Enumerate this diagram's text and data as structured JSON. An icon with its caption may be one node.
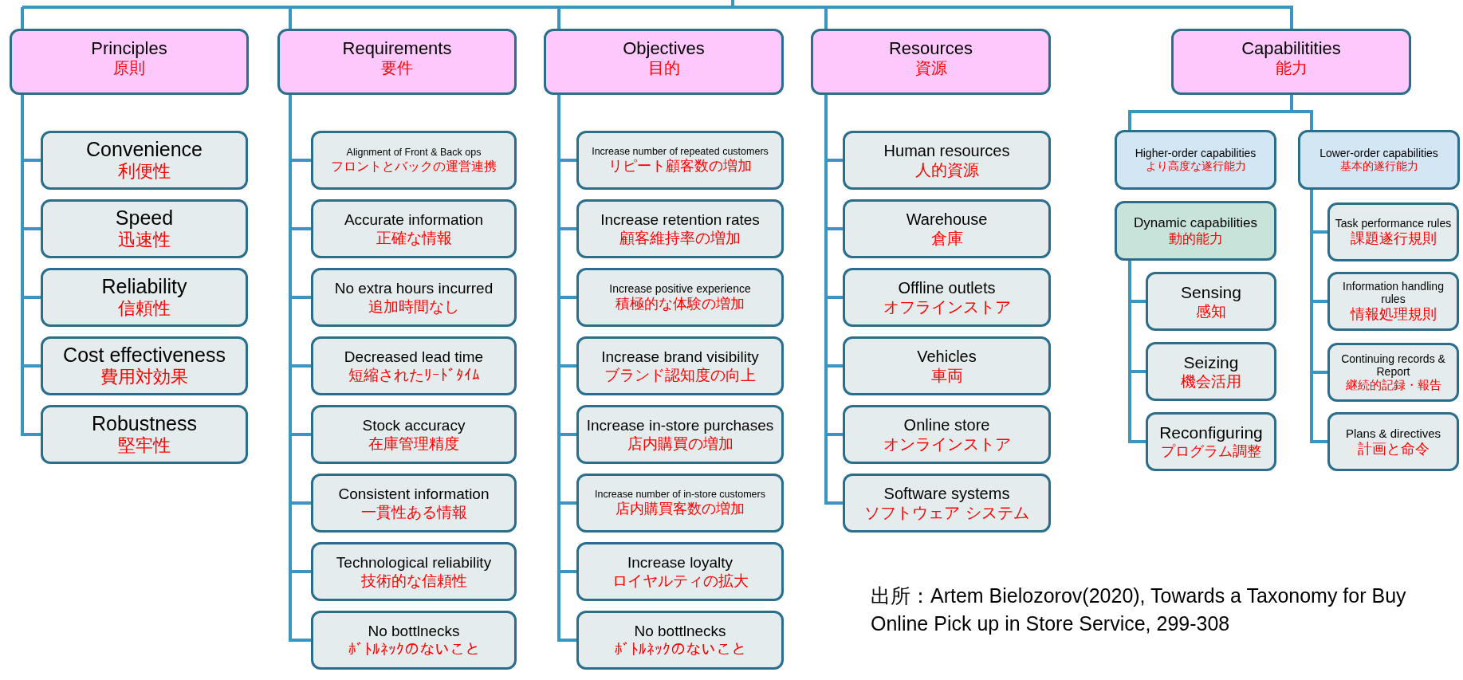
{
  "diagram": {
    "caption": "出所：Artem Bielozorov(2020), Towards a Taxonomy for Buy Online Pick up in Store Service, 299-308",
    "nodes": [
      {
        "text": [
          "Principles",
          "原則"
        ]
      },
      {
        "text": [
          "Convenience",
          "利便性"
        ]
      },
      {
        "text": [
          "Speed",
          "迅速性"
        ]
      },
      {
        "text": [
          "Reliability",
          "信頼性"
        ]
      },
      {
        "text": [
          "Cost effectiveness",
          "費用対効果"
        ]
      },
      {
        "text": [
          "Robustness",
          "堅牢性"
        ]
      },
      {
        "text": [
          "Requirements",
          "要件"
        ]
      },
      {
        "text": [
          "Alignment of Front & Back ops",
          "フロントとバックの運営連携"
        ]
      },
      {
        "text": [
          "Accurate information",
          "正確な情報"
        ]
      },
      {
        "text": [
          "No extra hours incurred",
          "追加時間なし"
        ]
      },
      {
        "text": [
          "Decreased lead time",
          "短縮されたﾘｰﾄﾞﾀｲﾑ"
        ]
      },
      {
        "text": [
          "Stock accuracy",
          "在庫管理精度"
        ]
      },
      {
        "text": [
          "Consistent information",
          "一貫性ある情報"
        ]
      },
      {
        "text": [
          "Technological reliability",
          "技術的な信頼性"
        ]
      },
      {
        "text": [
          "No bottlnecks",
          "ﾎﾞﾄﾙﾈｯｸのないこと"
        ]
      },
      {
        "text": [
          "Objectives",
          "目的"
        ]
      },
      {
        "text": [
          "Increase number of repeated customers",
          "リピート顧客数の増加"
        ]
      },
      {
        "text": [
          "Increase retention rates",
          "顧客維持率の増加"
        ]
      },
      {
        "text": [
          "Increase positive experience",
          "積極的な体験の増加"
        ]
      },
      {
        "text": [
          "Increase brand visibility",
          "ブランド認知度の向上"
        ]
      },
      {
        "text": [
          "Increase in-store purchases",
          "店内購買の増加"
        ]
      },
      {
        "text": [
          "Increase number of in-store customers",
          "店内購買客数の増加"
        ]
      },
      {
        "text": [
          "Increase loyalty",
          "ロイヤルティの拡大"
        ]
      },
      {
        "text": [
          "No bottlnecks",
          "ﾎﾞﾄﾙﾈｯｸのないこと"
        ]
      },
      {
        "text": [
          "Resources",
          "資源"
        ]
      },
      {
        "text": [
          "Human resources",
          "人的資源"
        ]
      },
      {
        "text": [
          "Warehouse",
          "倉庫"
        ]
      },
      {
        "text": [
          "Offline outlets",
          "オフラインストア"
        ]
      },
      {
        "text": [
          "Vehicles",
          "車両"
        ]
      },
      {
        "text": [
          "Online store",
          "オンラインストア"
        ]
      },
      {
        "text": [
          "Software systems",
          "ソフトウェア システム"
        ]
      },
      {
        "text": [
          "Capabilitities",
          "能力"
        ]
      },
      {
        "text": [
          "Higher-order capabilities",
          "より高度な遂行能力"
        ]
      },
      {
        "text": [
          "Lower-order capabilities",
          "基本的遂行能力"
        ]
      },
      {
        "text": [
          "Dynamic capabilities",
          "動的能力"
        ]
      },
      {
        "text": [
          "Sensing",
          "感知"
        ]
      },
      {
        "text": [
          "Seizing",
          "機会活用"
        ]
      },
      {
        "text": [
          "Reconfiguring",
          "プログラム調整"
        ]
      },
      {
        "text": [
          "Task performance rules",
          "課題遂行規則"
        ]
      },
      {
        "text": [
          "Information handling rules",
          "情報処理規則"
        ]
      },
      {
        "text": [
          "Continuing records & Report",
          "継続的記録・報告"
        ]
      },
      {
        "text": [
          "Plans & directives",
          "計画と命令"
        ]
      }
    ],
    "edges": [
      {
        "from": null,
        "to": 0,
        "arrow": "none"
      },
      {
        "from": null,
        "to": 6,
        "arrow": "none"
      },
      {
        "from": null,
        "to": 15,
        "arrow": "none"
      },
      {
        "from": null,
        "to": 24,
        "arrow": "none"
      },
      {
        "from": null,
        "to": 31,
        "arrow": "none"
      },
      {
        "from": 0,
        "to": 1,
        "arrow": "none"
      },
      {
        "from": 0,
        "to": 2,
        "arrow": "none"
      },
      {
        "from": 0,
        "to": 3,
        "arrow": "none"
      },
      {
        "from": 0,
        "to": 4,
        "arrow": "none"
      },
      {
        "from": 0,
        "to": 5,
        "arrow": "none"
      },
      {
        "from": 6,
        "to": 7,
        "arrow": "none"
      },
      {
        "from": 6,
        "to": 8,
        "arrow": "none"
      },
      {
        "from": 6,
        "to": 9,
        "arrow": "none"
      },
      {
        "from": 6,
        "to": 10,
        "arrow": "none"
      },
      {
        "from": 6,
        "to": 11,
        "arrow": "none"
      },
      {
        "from": 6,
        "to": 12,
        "arrow": "none"
      },
      {
        "from": 6,
        "to": 13,
        "arrow": "none"
      },
      {
        "from": 6,
        "to": 14,
        "arrow": "none"
      },
      {
        "from": 15,
        "to": 16,
        "arrow": "none"
      },
      {
        "from": 15,
        "to": 17,
        "arrow": "none"
      },
      {
        "from": 15,
        "to": 18,
        "arrow": "none"
      },
      {
        "from": 15,
        "to": 19,
        "arrow": "none"
      },
      {
        "from": 15,
        "to": 20,
        "arrow": "none"
      },
      {
        "from": 15,
        "to": 21,
        "arrow": "none"
      },
      {
        "from": 15,
        "to": 22,
        "arrow": "none"
      },
      {
        "from": 15,
        "to": 23,
        "arrow": "none"
      },
      {
        "from": 24,
        "to": 25,
        "arrow": "none"
      },
      {
        "from": 24,
        "to": 26,
        "arrow": "none"
      },
      {
        "from": 24,
        "to": 27,
        "arrow": "none"
      },
      {
        "from": 24,
        "to": 28,
        "arrow": "none"
      },
      {
        "from": 24,
        "to": 29,
        "arrow": "none"
      },
      {
        "from": 24,
        "to": 30,
        "arrow": "none"
      },
      {
        "from": 31,
        "to": 32,
        "arrow": "none"
      },
      {
        "from": 31,
        "to": 33,
        "arrow": "none"
      },
      {
        "from": 34,
        "to": 35,
        "arrow": "none"
      },
      {
        "from": 34,
        "to": 36,
        "arrow": "none"
      },
      {
        "from": 34,
        "to": 37,
        "arrow": "none"
      },
      {
        "from": 33,
        "to": 38,
        "arrow": "none"
      },
      {
        "from": 33,
        "to": 39,
        "arrow": "none"
      },
      {
        "from": 33,
        "to": 40,
        "arrow": "none"
      },
      {
        "from": 33,
        "to": 41,
        "arrow": "none"
      }
    ]
  }
}
